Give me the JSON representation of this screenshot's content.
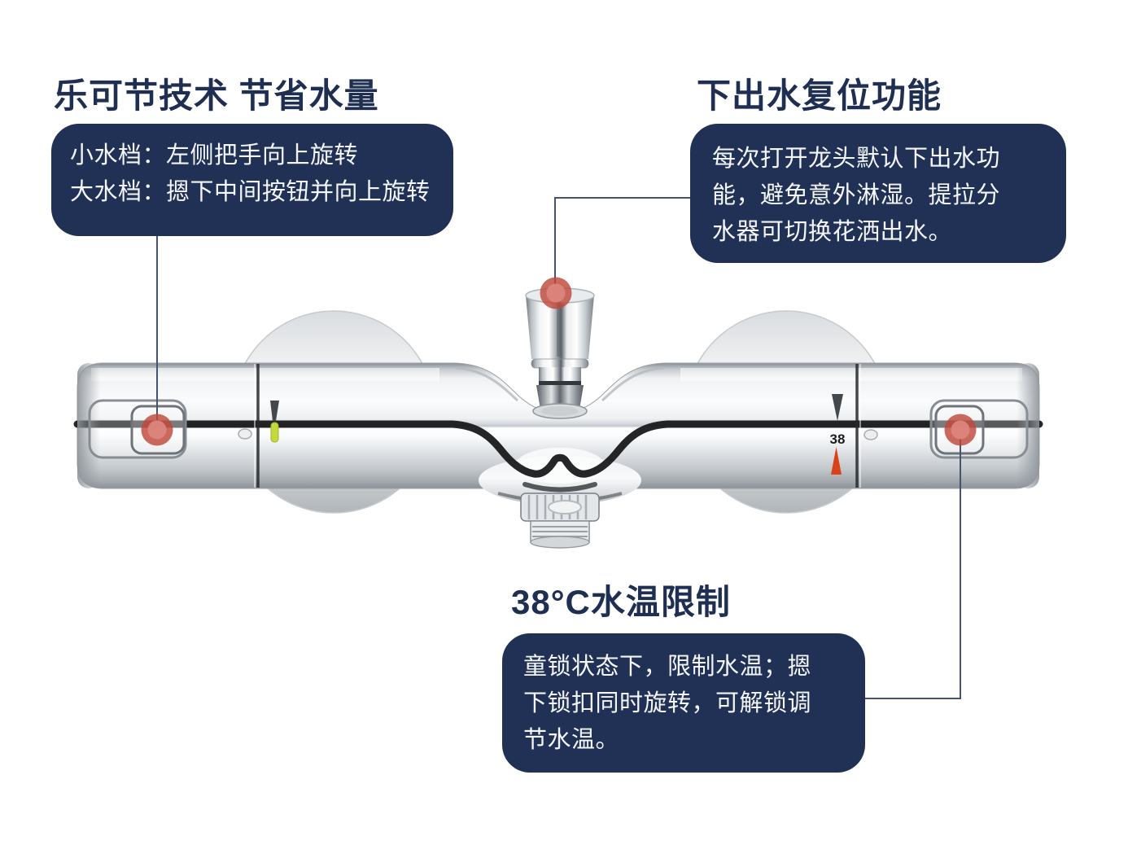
{
  "annotations": {
    "eco": {
      "title": "乐可节技术 节省水量",
      "lines": [
        "小水档：左侧把手向上旋转",
        "大水档：摁下中间按钮并向上旋转"
      ]
    },
    "bottom_outlet": {
      "title": "下出水复位功能",
      "lines": [
        "每次打开龙头默认下出水功",
        "能，避免意外淋湿。提拉分",
        "水器可切换花洒出水。"
      ]
    },
    "temp_limit": {
      "title": "38°C水温限制",
      "lines": [
        "童锁状态下，限制水温；摁",
        "下锁扣同时旋转，可解锁调",
        "节水温。"
      ]
    }
  },
  "faucet": {
    "temp_scale_label": "38",
    "markers": [
      {
        "name": "left-handle-marker",
        "target": "左侧把手按钮"
      },
      {
        "name": "diverter-knob-marker",
        "target": "提拉分水器"
      },
      {
        "name": "temp-lock-marker",
        "target": "温度锁扣按钮"
      }
    ]
  },
  "colors": {
    "box_bg": "#213156",
    "title_text": "#1e2f52",
    "box_text": "#f4f6fa",
    "connector": "#44536e",
    "marker_outer": "#c0483c",
    "marker_inner": "#dc857c",
    "green_tick": "#c3d93d",
    "orange_tick": "#d8431c",
    "stripe": "#141517"
  }
}
